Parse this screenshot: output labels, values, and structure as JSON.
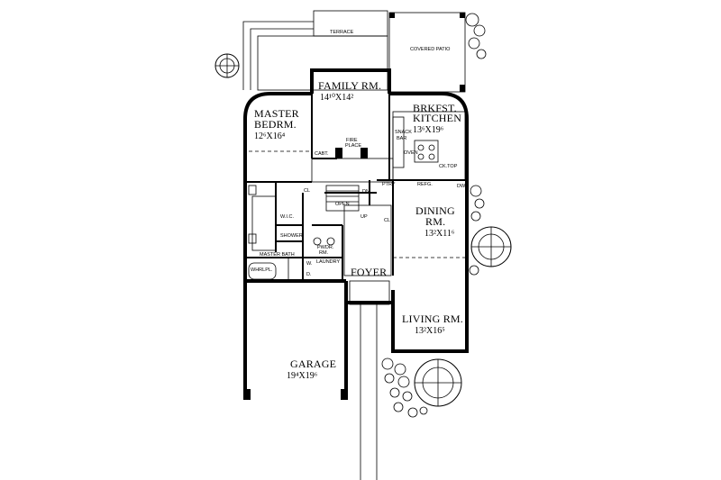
{
  "rooms": {
    "terrace": "TERRACE",
    "covered_patio": "COVERED PATIO",
    "family_name": "FAMILY RM.",
    "family_dim": "14¹⁰X14²",
    "master_name_1": "MASTER",
    "master_name_2": "BEDRM.",
    "master_dim": "12⁶X16⁴",
    "kitchen_name_1": "BRKFST.",
    "kitchen_name_2": "KITCHEN",
    "kitchen_dim": "13⁶X19⁶",
    "dining_name_1": "DINING",
    "dining_name_2": "RM.",
    "dining_dim": "13²X11⁶",
    "living_name": "LIVING RM.",
    "living_dim": "13²X16⁵",
    "garage_name": "GARAGE",
    "garage_dim": "19⁴X19⁶",
    "foyer": "FOYER",
    "master_bath": "MASTER BATH",
    "wic": "W.I.C.",
    "shower": "SHOWER",
    "whirlpool": "WHRLPL.",
    "laundry": "LAUNDRY",
    "pwdr_1": "PWDR.",
    "pwdr_2": "RM.",
    "fireplace_1": "FIRE",
    "fireplace_2": "PLACE",
    "cabinet": "CABT.",
    "snack_bar_1": "SNACK",
    "snack_bar_2": "BAR",
    "oven": "OVEN",
    "cooktop": "CK.TOP",
    "pantry": "PTRY",
    "refrigerator": "REFG.",
    "dishwasher": "DW",
    "closet_1": "CL",
    "closet_2": "CL",
    "open": "OPEN",
    "dn": "DN",
    "up": "UP",
    "w": "W.",
    "d": "D."
  }
}
